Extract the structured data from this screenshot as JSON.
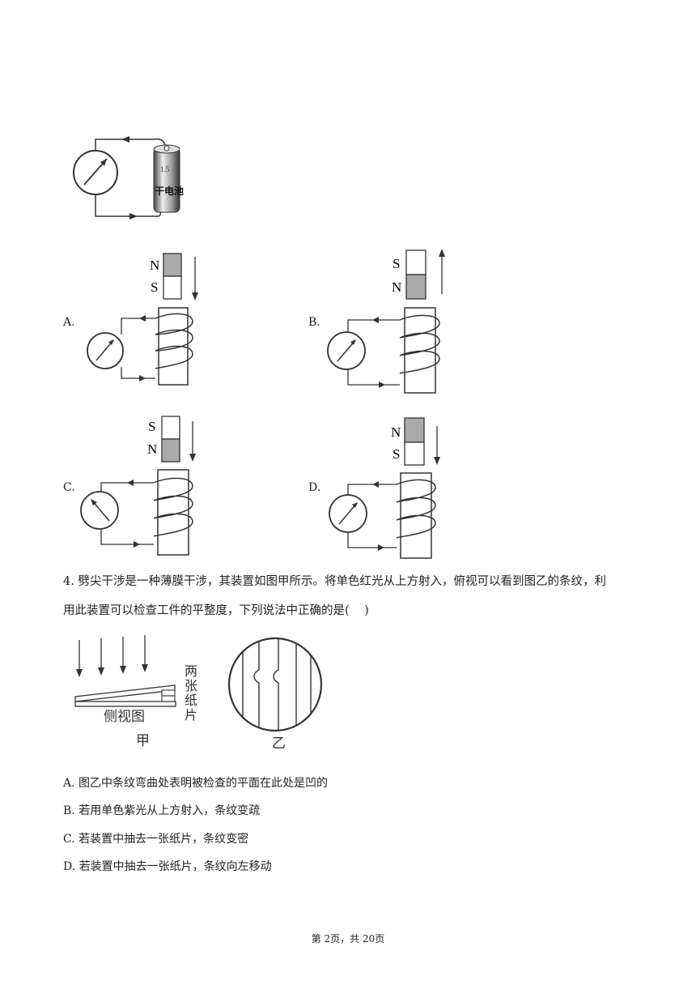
{
  "battery": {
    "label_char_1": "1.5",
    "label_char_2": "干电池"
  },
  "options_fig": [
    {
      "letter": "A.",
      "top_pole": "N",
      "bottom_pole": "S",
      "motion": "down"
    },
    {
      "letter": "B.",
      "top_pole": "S",
      "bottom_pole": "N",
      "motion": "up"
    },
    {
      "letter": "C.",
      "top_pole": "S",
      "bottom_pole": "N",
      "motion": "down"
    },
    {
      "letter": "D.",
      "top_pole": "N",
      "bottom_pole": "S",
      "motion": "down"
    }
  ],
  "question4": {
    "line1": "4. 劈尖干涉是一种薄膜干涉，其装置如图甲所示。将单色红光从上方射入，俯视可以看到图乙的条纹，利",
    "line2": "用此装置可以检查工件的平整度，下列说法中正确的是(    )",
    "fig_jia_side": "侧视图",
    "fig_jia": "甲",
    "fig_paper_1": "两",
    "fig_paper_2": "张",
    "fig_paper_3": "纸",
    "fig_paper_4": "片",
    "fig_yi": "乙",
    "answers": [
      "A. 图乙中条纹弯曲处表明被检查的平面在此处是凹的",
      "B. 若用单色紫光从上方射入，条纹变疏",
      "C. 若装置中抽去一张纸片，条纹变密",
      "D. 若装置中抽去一张纸片，条纹向左移动"
    ]
  },
  "footer": "第 2页，共 20页"
}
